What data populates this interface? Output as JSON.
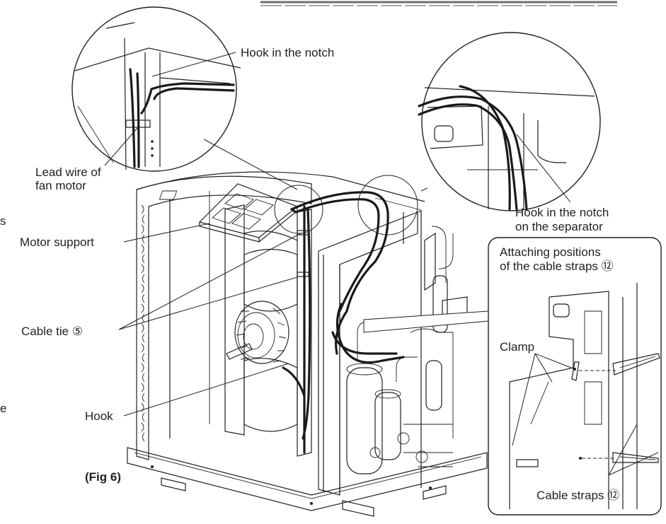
{
  "header_bar_text": "",
  "figure_caption": "(Fig 6)",
  "labels": {
    "hook_notch": "Hook in the notch",
    "lead_wire_line1": "Lead wire of",
    "lead_wire_line2": "fan motor",
    "hook_separator_line1": "Hook in the notch",
    "hook_separator_line2": "on the separator",
    "motor_support": "Motor support",
    "cable_tie": "Cable tie ⑤",
    "hook": "Hook",
    "attach_line1": "Attaching positions",
    "attach_line2": "of the cable straps ⑫",
    "clamp": "Clamp",
    "cable_straps": "Cable straps ⑫"
  },
  "edge_fragments": {
    "left_top": "s",
    "left_bottom": "e"
  },
  "colors": {
    "line": "#231f20",
    "background": "#ffffff"
  }
}
